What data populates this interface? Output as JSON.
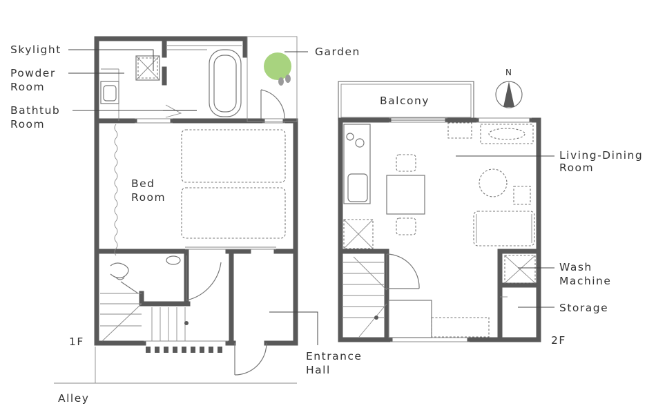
{
  "labels": {
    "skylight": "Skylight",
    "powder_room": [
      "Powder",
      "Room"
    ],
    "bathtub_room": [
      "Bathtub",
      "Room"
    ],
    "garden": "Garden",
    "bed_room": [
      "Bed",
      "Room"
    ],
    "balcony": "Balcony",
    "living_dining_room": [
      "Living-Dining",
      "Room"
    ],
    "wash_machine": [
      "Wash",
      "Machine"
    ],
    "storage": "Storage",
    "entrance_hall": [
      "Entrance",
      "Hall"
    ],
    "floor_1": "1F",
    "floor_2": "2F",
    "alley": "Alley",
    "north": "N"
  },
  "colors": {
    "wall": "#595959",
    "line": "#777777",
    "text": "#333333",
    "garden_tree": "#a8d37f",
    "stone": "#9a9a9a"
  }
}
